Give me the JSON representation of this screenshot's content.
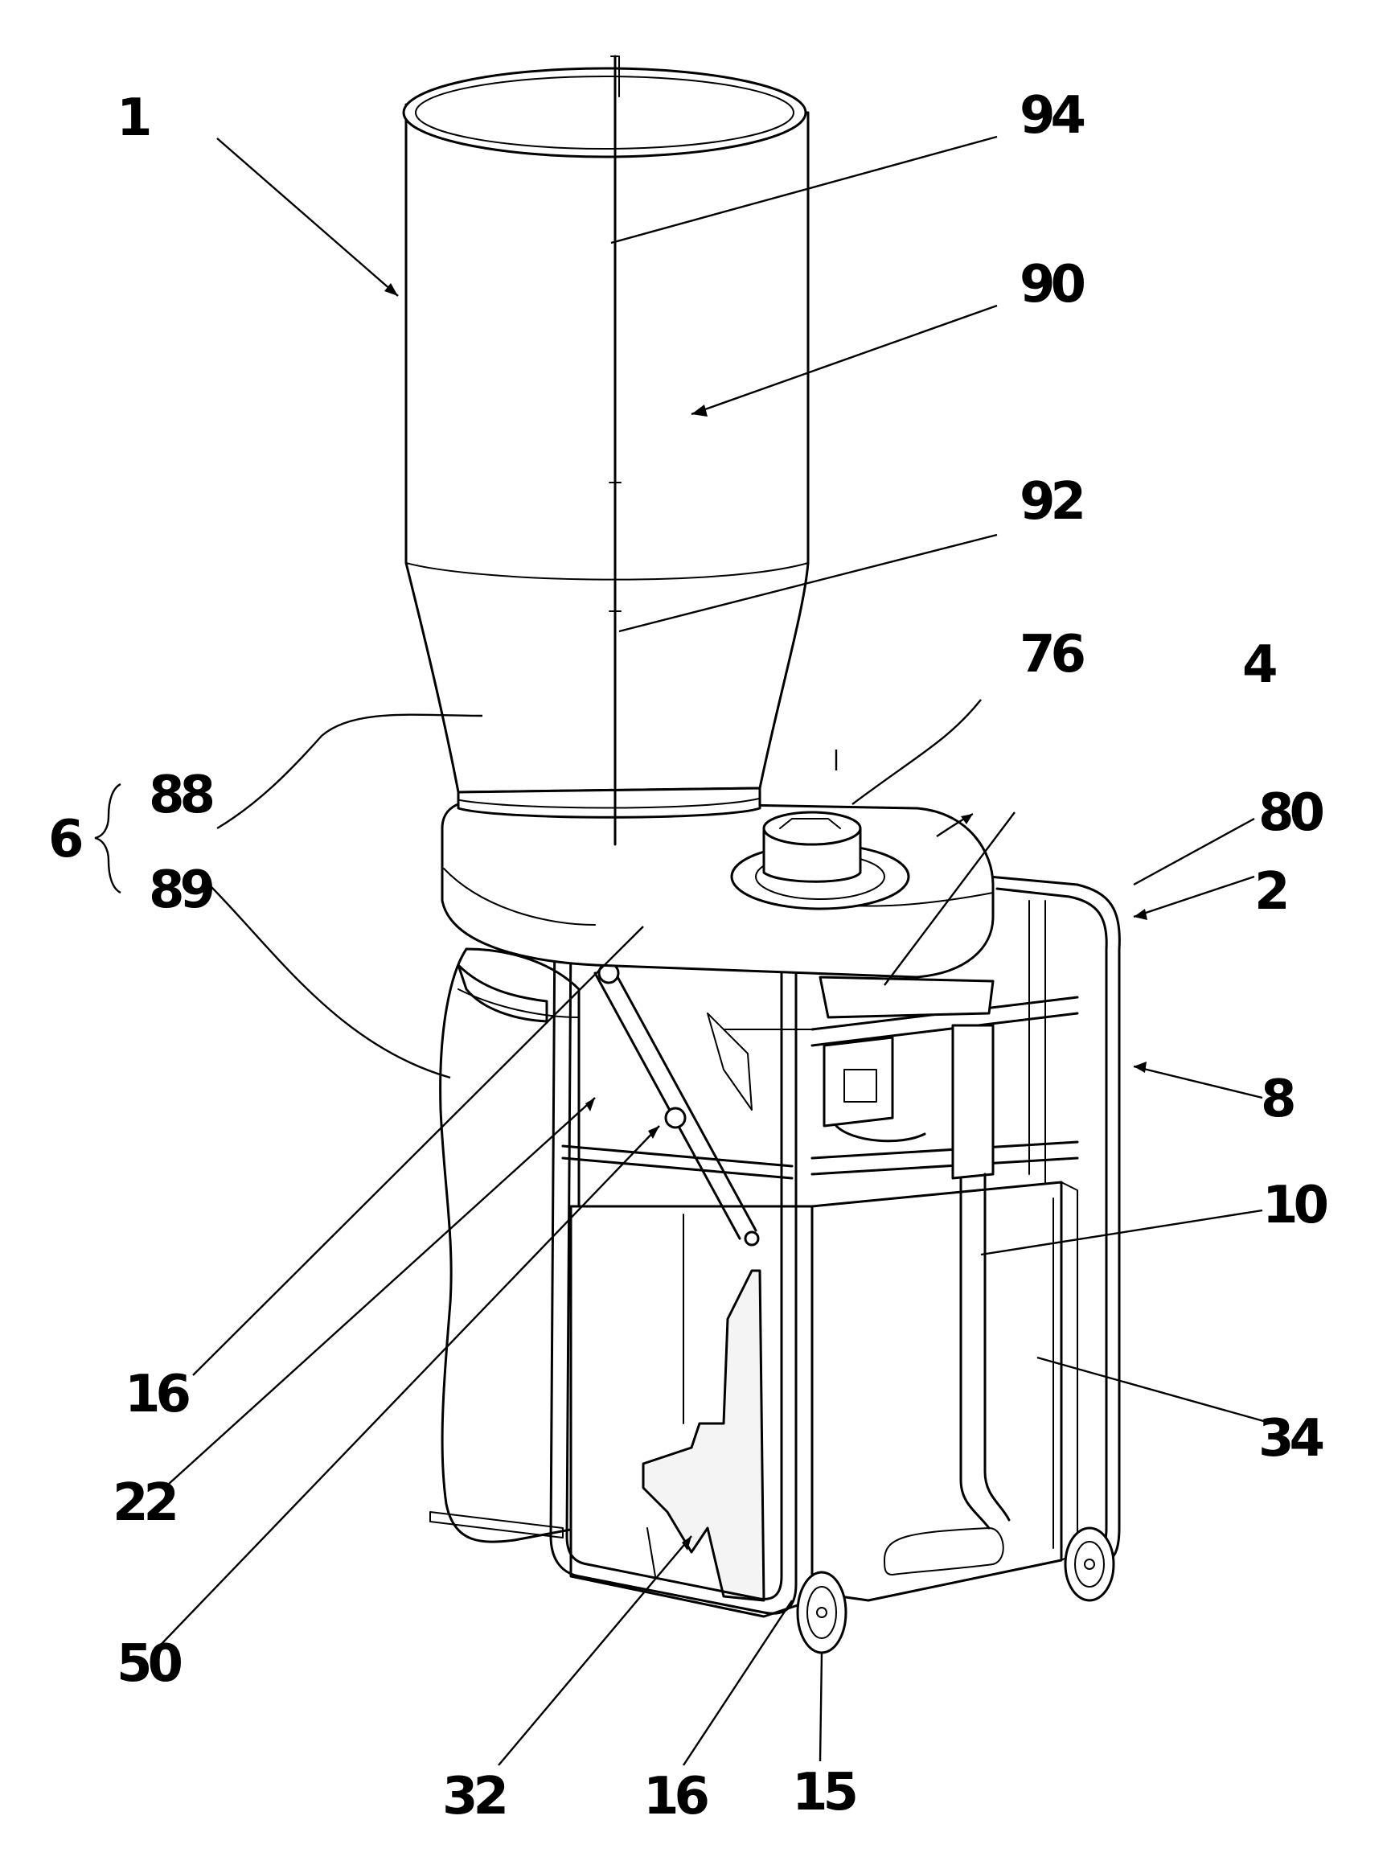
{
  "figure": {
    "reference_numerals": {
      "r1": "1",
      "r94": "94",
      "r90": "90",
      "r92": "92",
      "r76": "76",
      "r4": "4",
      "r88": "88",
      "r80": "80",
      "r6": "6",
      "r89": "89",
      "r2": "2",
      "r8": "8",
      "r10": "10",
      "r34": "34",
      "r16a": "16",
      "r22": "22",
      "r50": "50",
      "r32": "32",
      "r16b": "16",
      "r15": "15"
    }
  }
}
